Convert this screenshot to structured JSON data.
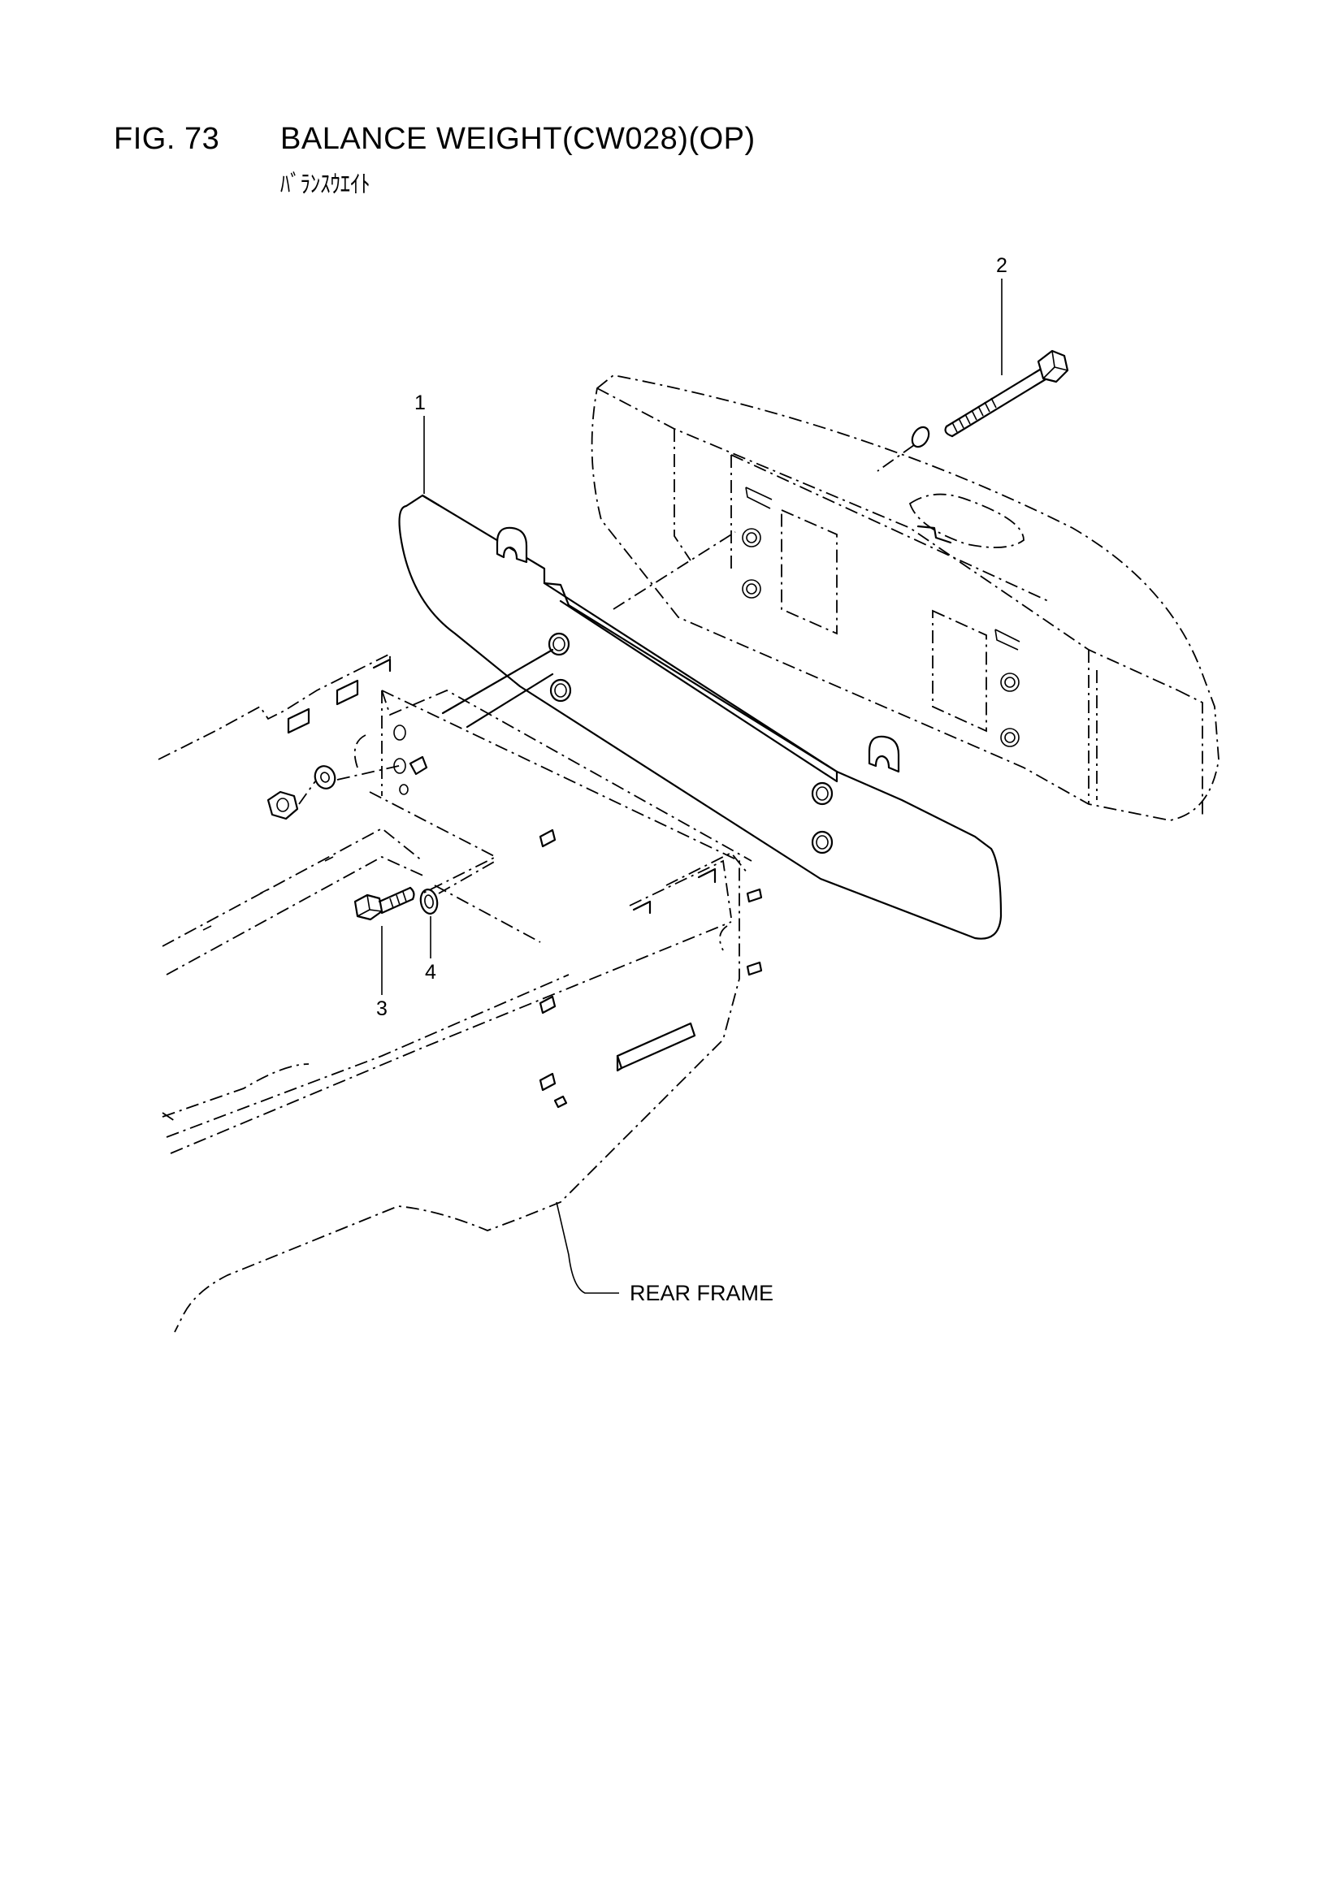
{
  "figure": {
    "number": "FIG. 73",
    "title": "BALANCE WEIGHT(CW028)(OP)",
    "subtitle": "ﾊﾞﾗﾝｽｳｴｲﾄ"
  },
  "callouts": [
    "1",
    "2",
    "3",
    "4"
  ],
  "labels": {
    "rear_frame": "REAR FRAME"
  }
}
